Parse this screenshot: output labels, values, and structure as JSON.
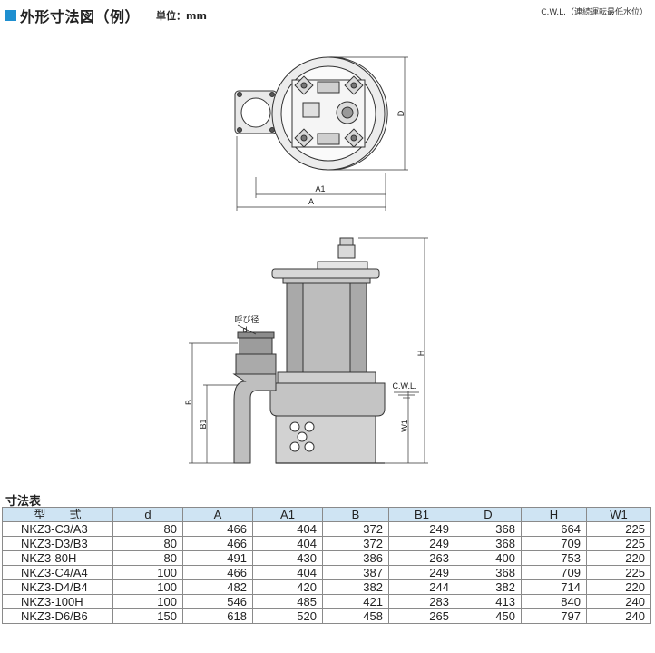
{
  "header": {
    "title": "外形寸法図（例）",
    "unit": "単位：mm",
    "cwl_note": "C.W.L.（連続運転最低水位）"
  },
  "drawing": {
    "labels": {
      "a1": "A1",
      "a": "A",
      "d": "D",
      "h": "H",
      "b": "B",
      "b1": "B1",
      "w1": "W1",
      "cwl": "C.W.L.",
      "nominal_diameter": "呼び径",
      "d_small": "d"
    }
  },
  "table": {
    "title": "寸法表",
    "headers": [
      "型　　式",
      "d",
      "A",
      "A1",
      "B",
      "B1",
      "D",
      "H",
      "W1"
    ],
    "rows": [
      [
        "NKZ3-C3/A3",
        "80",
        "466",
        "404",
        "372",
        "249",
        "368",
        "664",
        "225"
      ],
      [
        "NKZ3-D3/B3",
        "80",
        "466",
        "404",
        "372",
        "249",
        "368",
        "709",
        "225"
      ],
      [
        "NKZ3-80H",
        "80",
        "491",
        "430",
        "386",
        "263",
        "400",
        "753",
        "220"
      ],
      [
        "NKZ3-C4/A4",
        "100",
        "466",
        "404",
        "387",
        "249",
        "368",
        "709",
        "225"
      ],
      [
        "NKZ3-D4/B4",
        "100",
        "482",
        "420",
        "382",
        "244",
        "382",
        "714",
        "220"
      ],
      [
        "NKZ3-100H",
        "100",
        "546",
        "485",
        "421",
        "283",
        "413",
        "840",
        "240"
      ],
      [
        "NKZ3-D6/B6",
        "150",
        "618",
        "520",
        "458",
        "265",
        "450",
        "797",
        "240"
      ]
    ]
  }
}
